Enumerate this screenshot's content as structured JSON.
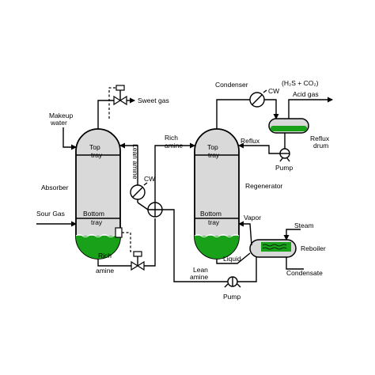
{
  "labels": {
    "sweet_gas": "Sweet gas",
    "makeup": "Makeup",
    "water": "water",
    "absorber": "Absorber",
    "sour_gas": "Sour Gas",
    "abs_top": "Top",
    "abs_top_tray": "tray",
    "abs_bottom": "Bottom",
    "abs_bottom_tray": "tray",
    "lean_amine_vertical": "Lean amine",
    "cw_cooler": "CW",
    "rich_amine_top_1": "Rich",
    "rich_amine_top_2": "amine",
    "rich_amine_bottom_1": "Rich",
    "rich_amine_bottom_2": "amine",
    "regen_top": "Top",
    "regen_top_tray": "tray",
    "regen_bottom": "Bottom",
    "regen_bottom_tray": "tray",
    "regenerator": "Regenerator",
    "condenser": "Condenser",
    "cw_condenser": "CW",
    "acid_gas_formula": "(H₂S + CO₂)",
    "acid_gas": "Acid gas",
    "reflux": "Reflux",
    "reflux_drum_1": "Reflux",
    "reflux_drum_2": "drum",
    "pump_top": "Pump",
    "vapor": "Vapor",
    "steam": "Steam",
    "reboiler": "Reboiler",
    "liquid": "Liquid",
    "condensate": "Condensate",
    "lean_amine_bottom_1": "Lean",
    "lean_amine_bottom_2": "amine",
    "pump_bottom": "Pump"
  },
  "colors": {
    "liquid": "#1aa11a",
    "vessel_fill": "#d9d9d9",
    "line": "#000000"
  }
}
